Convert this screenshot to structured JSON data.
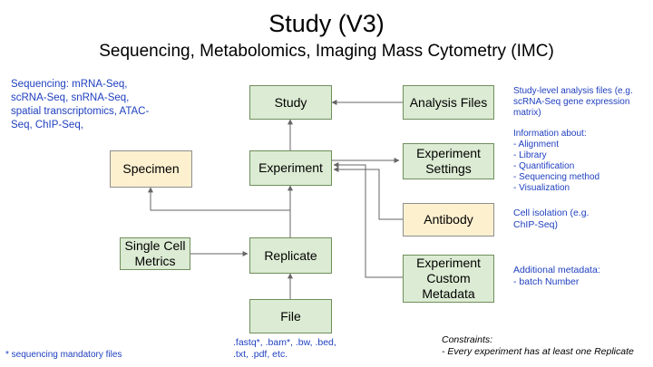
{
  "title": "Study (V3)",
  "subtitle": "Sequencing, Metabolomics, Imaging Mass Cytometry (IMC)",
  "nodes": {
    "study": "Study",
    "analysis_files": "Analysis Files",
    "experiment": "Experiment",
    "experiment_settings": "Experiment\nSettings",
    "specimen": "Specimen",
    "antibody": "Antibody",
    "single_cell_metrics": "Single Cell\nMetrics",
    "replicate": "Replicate",
    "experiment_custom_metadata": "Experiment\nCustom\nMetadata",
    "file": "File"
  },
  "notes": {
    "sequencing": "Sequencing: mRNA-Seq,\nscRNA-Seq, snRNA-Seq,\nspatial transcriptomics, ATAC-\nSeq, ChIP-Seq,",
    "analysis_files": "Study-level analysis files (e.g.\nscRNA-Seq gene expression\nmatrix)",
    "information": "Information about:\n- Alignment\n- Library\n- Quantification\n- Sequencing method\n- Visualization",
    "cell_isolation": "Cell isolation (e.g.\nChIP-Seq)",
    "additional_metadata": "Additional metadata:\n- batch Number",
    "file_types": ".fastq*, .bam*, .bw, .bed,\n.txt, .pdf, etc.",
    "mandatory": "* sequencing mandatory files",
    "constraints": "Constraints:\n- Every experiment has at least one Replicate"
  },
  "colors": {
    "entity_fill": "#dcebd3",
    "entity_border": "#6f8f5c",
    "highlight_fill": "#fdf0cf",
    "note_text": "#1f3fbf",
    "edge": "#666666"
  }
}
